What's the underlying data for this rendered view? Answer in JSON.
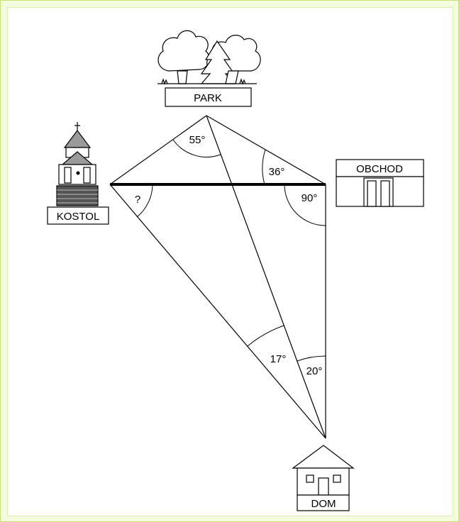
{
  "places": {
    "park": "PARK",
    "shop": "OBCHOD",
    "church": "KOSTOL",
    "home": "DOM"
  },
  "angles": {
    "park": "55°",
    "shop_top": "36°",
    "shop_bottom": "90°",
    "church": "?",
    "home_left": "17°",
    "home_right": "20°"
  },
  "colors": {
    "background": "#f4fcde",
    "frame": "#c8e07a",
    "canvas": "#ffffff",
    "lines": "#000000",
    "church_roof": "#9a9a9a"
  }
}
